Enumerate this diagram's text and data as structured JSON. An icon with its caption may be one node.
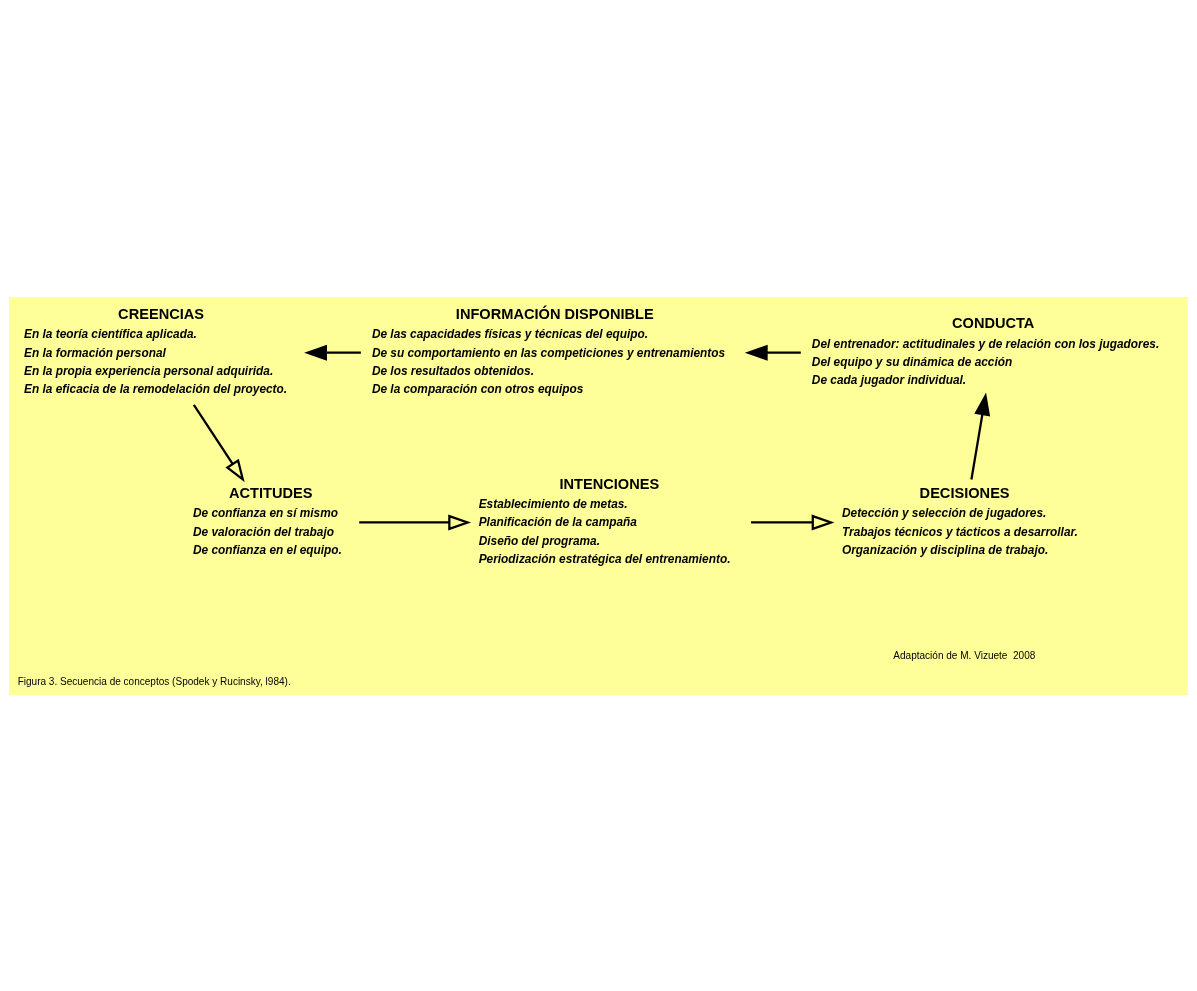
{
  "diagram": {
    "caption": "Figura 3. Secuencia de conceptos (Spodek y Rucinsky, l984).",
    "nodes": [
      {
        "text": [
          "INFORMACIÓN DISPONIBLE",
          "De las capacidades físicas y técnicas del equipo.",
          "De su comportamiento en las competiciones y entrenamientos",
          "De los resultados obtenidos.",
          "De la comparación con otros equipos"
        ]
      },
      {
        "text": [
          "CREENCIAS",
          "En la teoría científica aplicada.",
          "En la formación personal",
          "En la propia experiencia personal adquirida.",
          "En la eficacia de la remodelación del proyecto."
        ]
      },
      {
        "text": [
          "CONDUCTA",
          "Del entrenador: actitudinales y de relación con los jugadores.",
          "Del equipo y su dinámica de acción",
          "De cada jugador individual."
        ]
      },
      {
        "text": [
          "DECISIONES",
          "Detección y selección de jugadores.",
          "Trabajos técnicos y tácticos a desarrollar.",
          "Organización y disciplina de trabajo."
        ]
      },
      {
        "text": [
          "ACTITUDES",
          "De confianza en sí mismo",
          "De valoración del trabajo",
          "De confianza en el equipo."
        ]
      },
      {
        "text": [
          "INTENCIONES",
          "Establecimiento de metas.",
          "Planificación de la campaña",
          "Diseño del programa.",
          "Periodización estratégica del entrenamiento."
        ]
      }
    ],
    "edges": [
      {
        "from": 0,
        "to": 1,
        "arrow": "to"
      },
      {
        "from": 1,
        "to": 4,
        "arrow": "to"
      },
      {
        "from": 4,
        "to": 5,
        "arrow": "to"
      },
      {
        "from": 5,
        "to": 3,
        "arrow": "to"
      },
      {
        "from": 3,
        "to": 2,
        "arrow": "to"
      },
      {
        "from": 2,
        "to": 0,
        "arrow": "to"
      }
    ],
    "labels": [
      "Adaptación de M. Vizuete  2008"
    ]
  }
}
